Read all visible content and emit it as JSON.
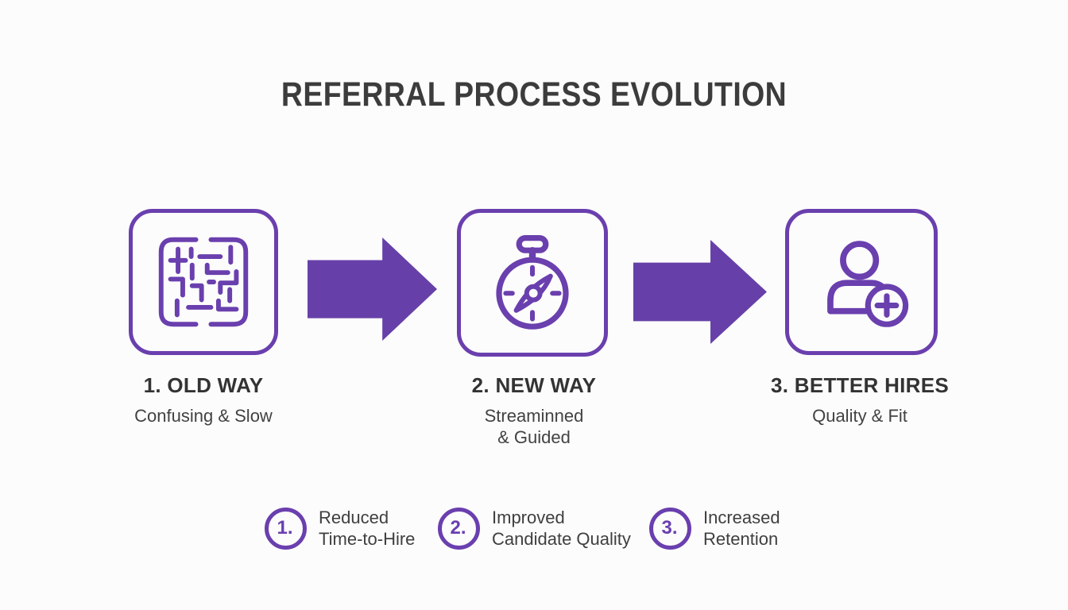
{
  "title": "REFERRAL PROCESS EVOLUTION",
  "colors": {
    "purple": "#6a3fae",
    "arrow_purple": "#6640a8",
    "title_text": "#3c3c3c",
    "body_text": "#3f3f3f",
    "background": "#fcfcfc"
  },
  "steps": [
    {
      "heading": "1. OLD WAY",
      "subtitle_lines": [
        "Confusing & Slow"
      ],
      "icon": "maze-icon"
    },
    {
      "heading": "2. NEW WAY",
      "subtitle_lines": [
        "Streaminned",
        "& Guided"
      ],
      "icon": "compass-icon"
    },
    {
      "heading": "3. BETTER HIRES",
      "subtitle_lines": [
        "Quality & Fit"
      ],
      "icon": "user-plus-icon"
    }
  ],
  "benefits": [
    {
      "number": "1.",
      "lines": [
        "Reduced",
        "Time-to-Hire"
      ]
    },
    {
      "number": "2.",
      "lines": [
        "Improved",
        "Candidate Quality"
      ]
    },
    {
      "number": "3.",
      "lines": [
        "Increased",
        "Retention"
      ]
    }
  ]
}
